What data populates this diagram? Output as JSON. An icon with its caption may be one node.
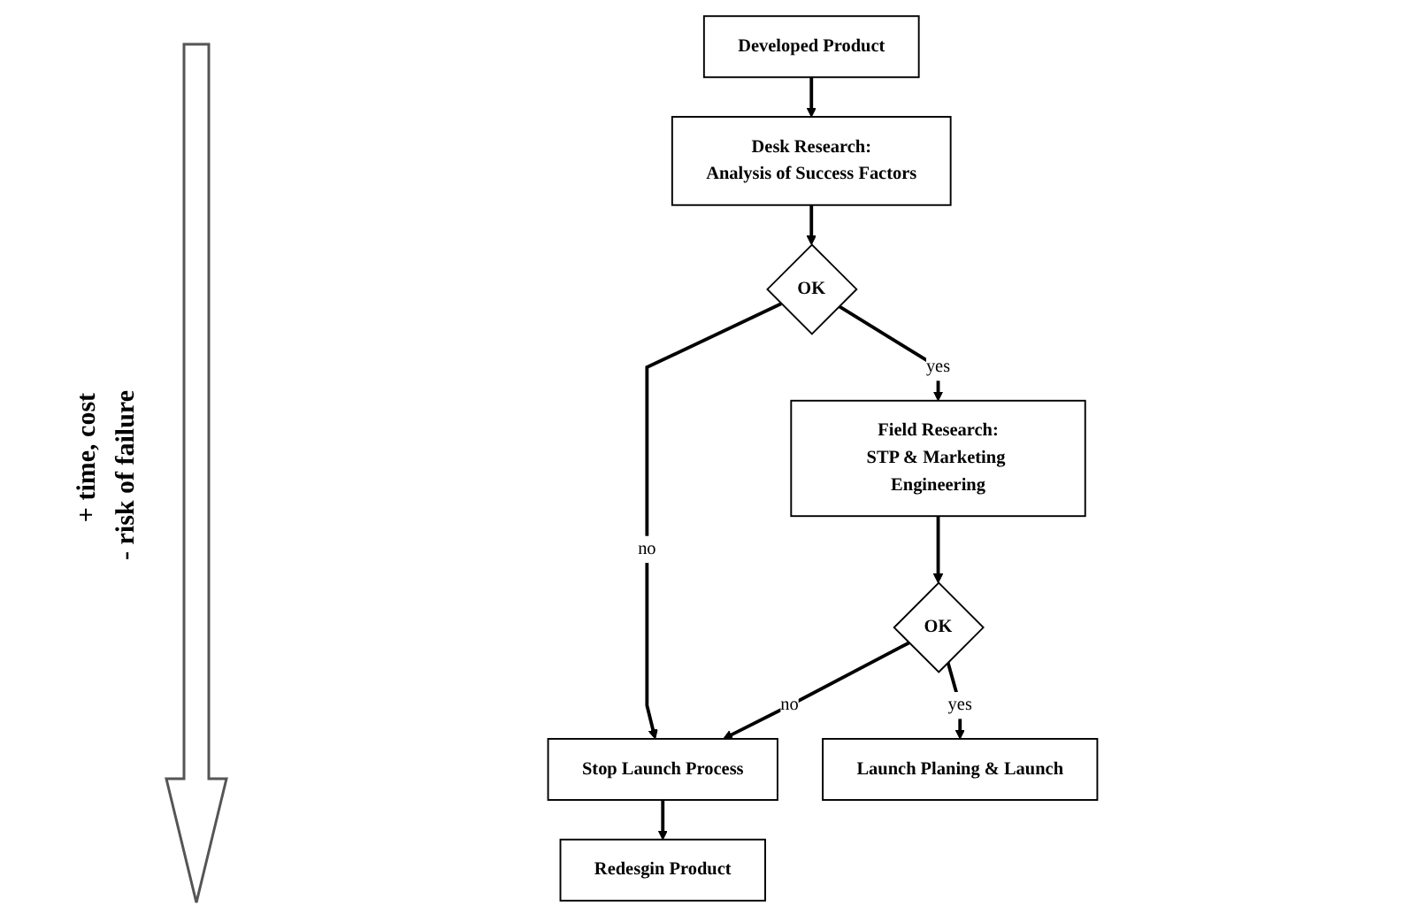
{
  "diagram": {
    "nodes": [
      {
        "text": [
          "Developed Product"
        ]
      },
      {
        "text": [
          "Desk Research:",
          "Analysis of Success Factors"
        ]
      },
      {
        "text": [
          "OK"
        ]
      },
      {
        "text": [
          "Stop Launch Process"
        ]
      },
      {
        "text": [
          "Redesgin Product"
        ]
      },
      {
        "text": [
          "Field Research:",
          "STP & Marketing Engineering"
        ]
      },
      {
        "text": [
          "OK"
        ]
      },
      {
        "text": [
          "Launch Planing & Launch"
        ]
      }
    ],
    "edges": [
      {
        "from": 0,
        "to": 1,
        "arrow": "to"
      },
      {
        "from": 1,
        "to": 2,
        "arrow": "to"
      },
      {
        "from": 2,
        "to": 3,
        "label": "no",
        "arrow": "to"
      },
      {
        "from": 3,
        "to": 4,
        "arrow": "to"
      },
      {
        "from": 2,
        "to": 5,
        "label": "yes",
        "arrow": "to"
      },
      {
        "from": 5,
        "to": 6,
        "arrow": "to"
      },
      {
        "from": 6,
        "to": 3,
        "label": "no",
        "arrow": "to"
      },
      {
        "from": 6,
        "to": 7,
        "label": "yes",
        "arrow": "to"
      }
    ],
    "labels": [
      "+ time, cost",
      "- risk of failure"
    ]
  }
}
